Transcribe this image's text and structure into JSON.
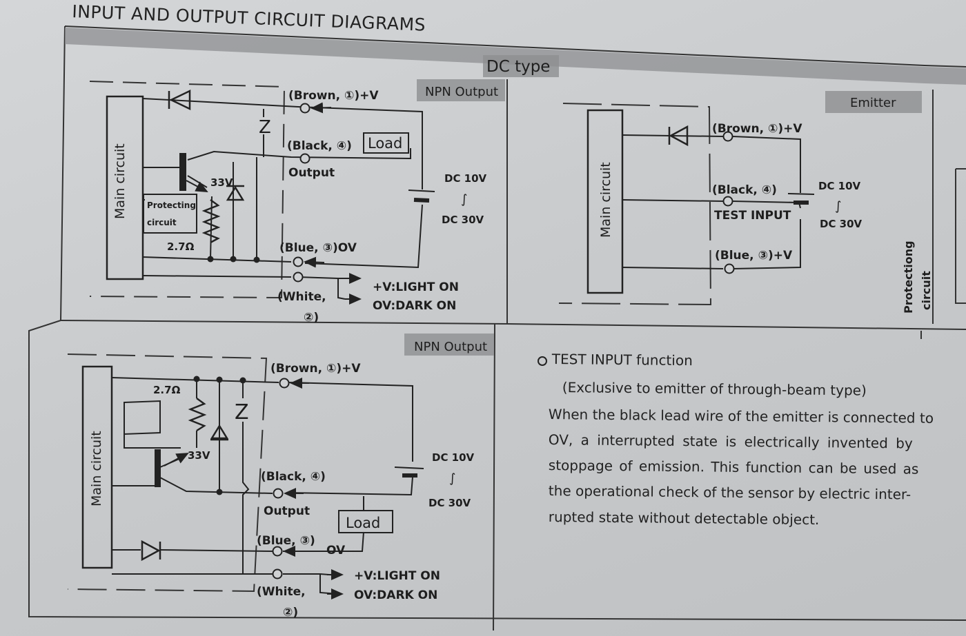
{
  "title": "INPUT AND OUTPUT CIRCUIT DIAGRAMS",
  "dc_type": "DC type",
  "common": {
    "main_circuit": "Main circuit",
    "brown": "(Brown, ①)+V",
    "black": "(Black, ④)",
    "blue_ov": "(Blue, ③)OV",
    "blue_ov_a": "(Blue, ③)",
    "ov": "OV",
    "blue_v": "(Blue, ③)+V",
    "white": "(White,",
    "white_num": "②)",
    "output": "Output",
    "load": "Load",
    "dc10": "DC 10V",
    "tilde": "∫",
    "dc30": "DC 30V",
    "light_on": "+V:LIGHT ON",
    "dark_on": "OV:DARK ON",
    "v33": "33V",
    "r27": "2.7Ω",
    "z": "Z"
  },
  "panel1": {
    "label": "NPN Output",
    "protecting": "Protecting",
    "circuit": "circuit"
  },
  "panel2": {
    "label": "Emitter",
    "test_input": "TEST INPUT",
    "side_protecting": "Protectiong",
    "side_circuit": "circuit"
  },
  "panel3": {
    "label": "NPN Output"
  },
  "test_function": {
    "heading": "TEST INPUT function",
    "note": "(Exclusive to emitter of through-beam type)",
    "lines": [
      "When the black lead wire of the emitter is connected to",
      "OV, a interrupted state is electrically invented by",
      "stoppage of emission. This function can be used as",
      "the operational check of the sensor by electric inter-",
      "rupted state without detectable object."
    ]
  }
}
